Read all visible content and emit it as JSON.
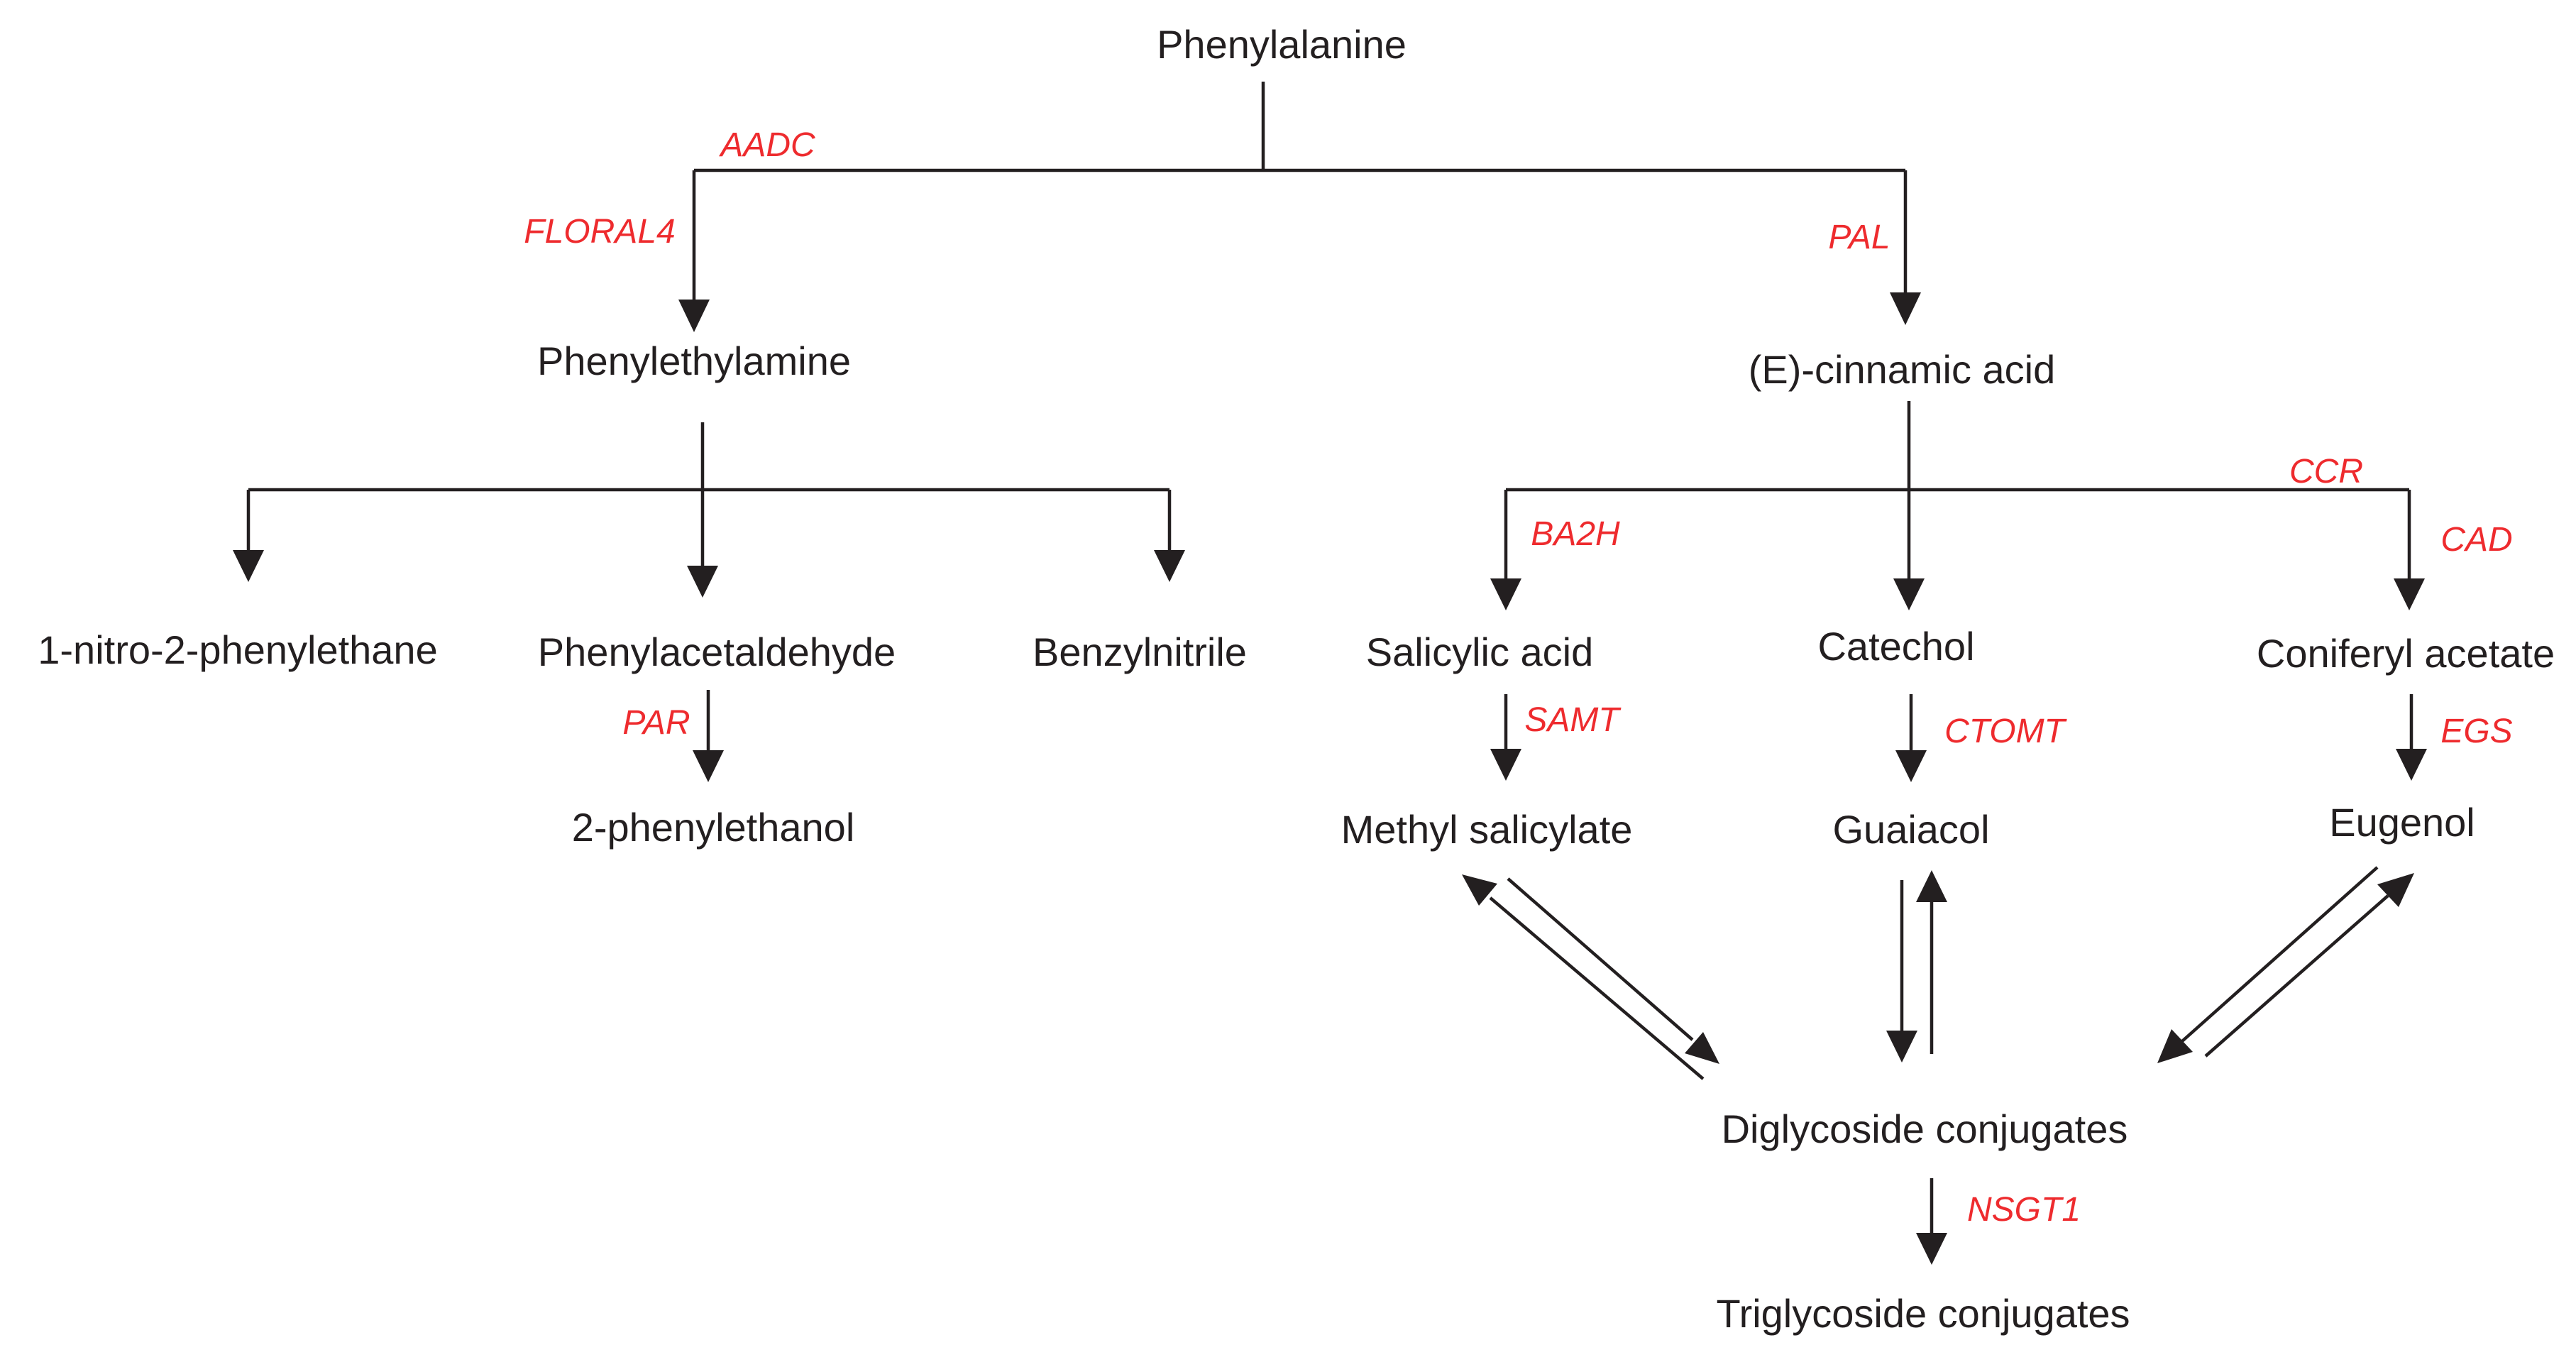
{
  "compounds": {
    "phenylalanine": "Phenylalanine",
    "phenylethylamine": "Phenylethylamine",
    "cinnamic_acid": "(E)-cinnamic acid",
    "nitro_phenylethane": "1-nitro-2-phenylethane",
    "phenylacetaldehyde": "Phenylacetaldehyde",
    "benzylnitrile": "Benzylnitrile",
    "phenylethanol": "2-phenylethanol",
    "salicylic_acid": "Salicylic acid",
    "catechol": "Catechol",
    "coniferyl_acetate": "Coniferyl acetate",
    "methyl_salicylate": "Methyl salicylate",
    "guaiacol": "Guaiacol",
    "eugenol": "Eugenol",
    "diglycoside": "Diglycoside conjugates",
    "triglycoside": "Triglycoside conjugates"
  },
  "enzymes": {
    "aadc": "AADC",
    "floral4": "FLORAL4",
    "pal": "PAL",
    "par": "PAR",
    "ba2h": "BA2H",
    "ccr": "CCR",
    "cad": "CAD",
    "samt": "SAMT",
    "ctomt": "CTOMT",
    "egs": "EGS",
    "nsgt1": "NSGT1"
  },
  "colors": {
    "text": "#231f20",
    "enzyme": "#ee2b2e",
    "line": "#231f20"
  }
}
